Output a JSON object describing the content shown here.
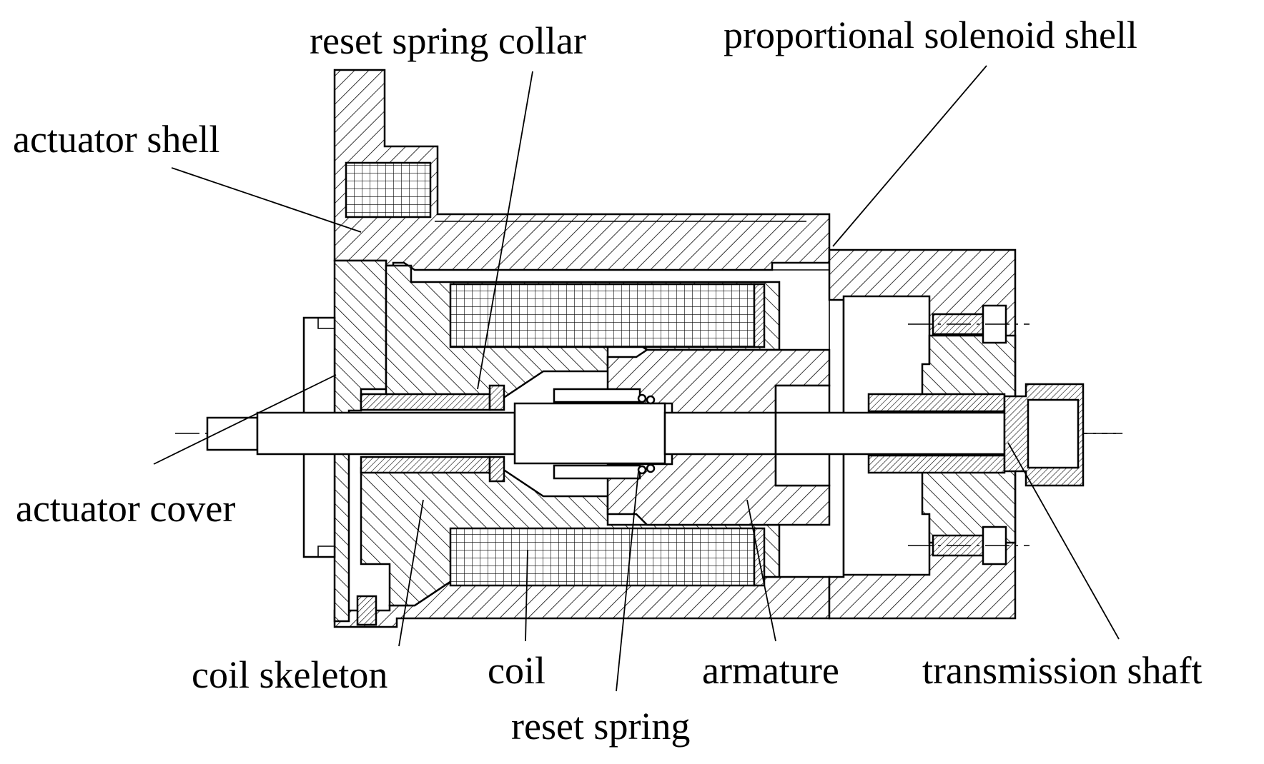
{
  "labels": {
    "reset_spring_collar": "reset spring collar",
    "proportional_solenoid_shell": "proportional solenoid shell",
    "actuator_shell": "actuator shell",
    "actuator_cover": "actuator cover",
    "coil_skeleton": "coil skeleton",
    "coil": "coil",
    "armature": "armature",
    "transmission_shaft": "transmission shaft",
    "reset_spring": "reset spring"
  },
  "colors": {
    "ink": "#000000",
    "background": "#ffffff"
  }
}
